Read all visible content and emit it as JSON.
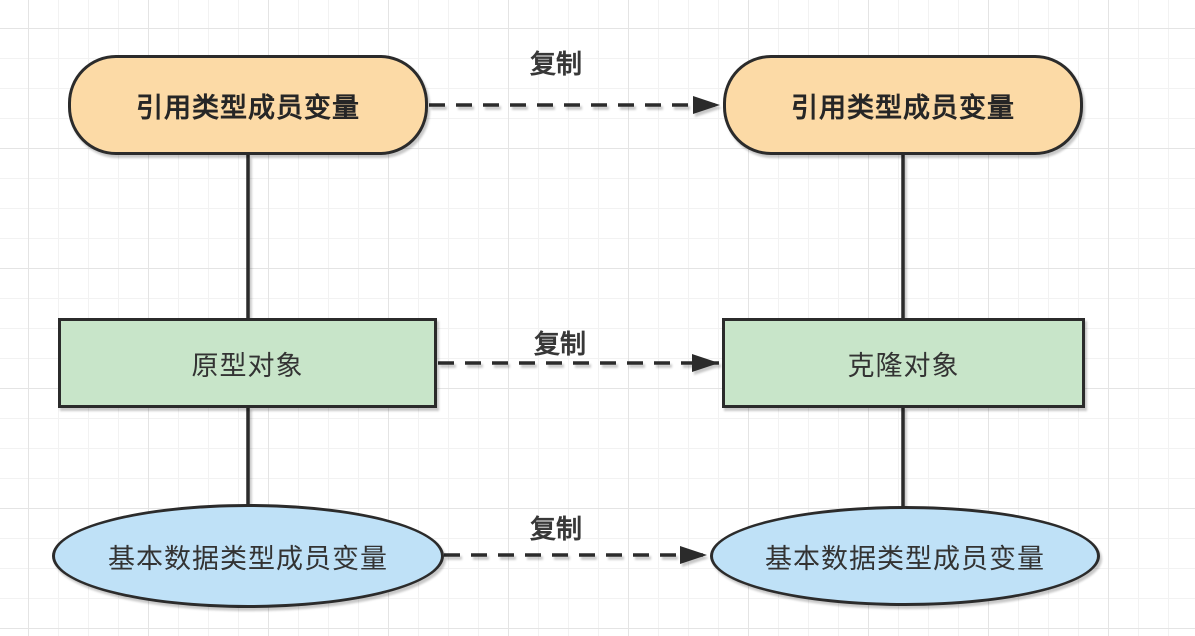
{
  "diagram": {
    "nodes": {
      "top_left": {
        "label": "引用类型成员变量",
        "shape": "rounded",
        "fill": "orange"
      },
      "top_right": {
        "label": "引用类型成员变量",
        "shape": "rounded",
        "fill": "orange"
      },
      "mid_left": {
        "label": "原型对象",
        "shape": "rectangle",
        "fill": "green"
      },
      "mid_right": {
        "label": "克隆对象",
        "shape": "rectangle",
        "fill": "green"
      },
      "bottom_left": {
        "label": "基本数据类型成员变量",
        "shape": "ellipse",
        "fill": "blue"
      },
      "bottom_right": {
        "label": "基本数据类型成员变量",
        "shape": "ellipse",
        "fill": "blue"
      }
    },
    "edges": {
      "copy_top": {
        "label": "复制",
        "style": "dashed-arrow"
      },
      "copy_mid": {
        "label": "复制",
        "style": "dashed-arrow"
      },
      "copy_bottom": {
        "label": "复制",
        "style": "dashed-arrow"
      }
    },
    "colors": {
      "orange_fill": "#FCDAA6",
      "green_fill": "#C8E5C9",
      "blue_fill": "#BFE1F7",
      "stroke": "#2B2B2B",
      "grid_minor": "#F2F2F2",
      "grid_major": "#E4E4E4"
    }
  }
}
